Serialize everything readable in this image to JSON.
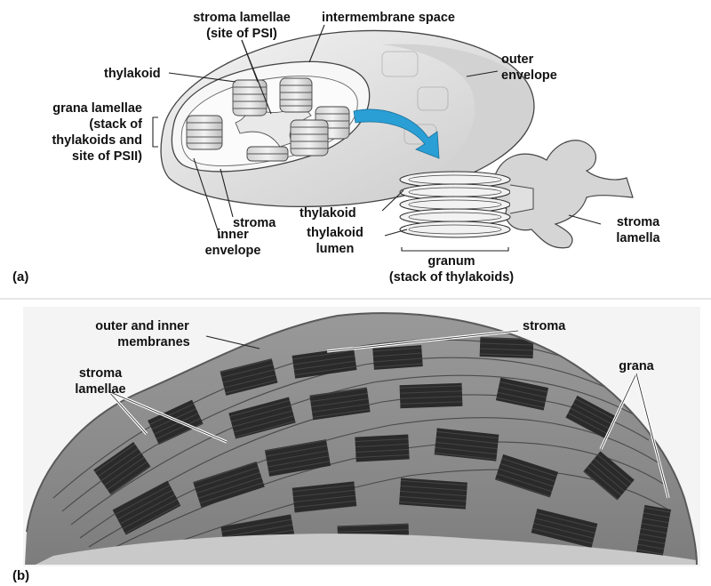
{
  "panel_a": {
    "panel_label": "(a)",
    "labels": {
      "stroma_lamellae_1": "stroma lamellae",
      "stroma_lamellae_2": "(site of PSI)",
      "intermembrane_space": "intermembrane space",
      "outer_envelope_1": "outer",
      "outer_envelope_2": "envelope",
      "thylakoid_top": "thylakoid",
      "grana_lamellae_1": "grana lamellae",
      "grana_lamellae_2": "(stack of",
      "grana_lamellae_3": "thylakoids and",
      "grana_lamellae_4": "site of PSII)",
      "stroma": "stroma",
      "inner_envelope_1": "inner",
      "inner_envelope_2": "envelope",
      "thylakoid_detail": "thylakoid",
      "thylakoid_lumen_1": "thylakoid",
      "thylakoid_lumen_2": "lumen",
      "granum_1": "granum",
      "granum_2": "(stack of thylakoids)",
      "stroma_lamella_1": "stroma",
      "stroma_lamella_2": "lamella"
    }
  },
  "panel_b": {
    "panel_label": "(b)",
    "labels": {
      "membranes_1": "outer and inner",
      "membranes_2": "membranes",
      "stroma": "stroma",
      "stroma_lamellae_1": "stroma",
      "stroma_lamellae_2": "lamellae",
      "grana": "grana"
    }
  },
  "colors": {
    "arrow": "#2a9fd6",
    "envelope_fill": "#e6e6e6",
    "micrograph_bg": "#8f8f8f",
    "grana_dark": "#1e1e1e"
  }
}
